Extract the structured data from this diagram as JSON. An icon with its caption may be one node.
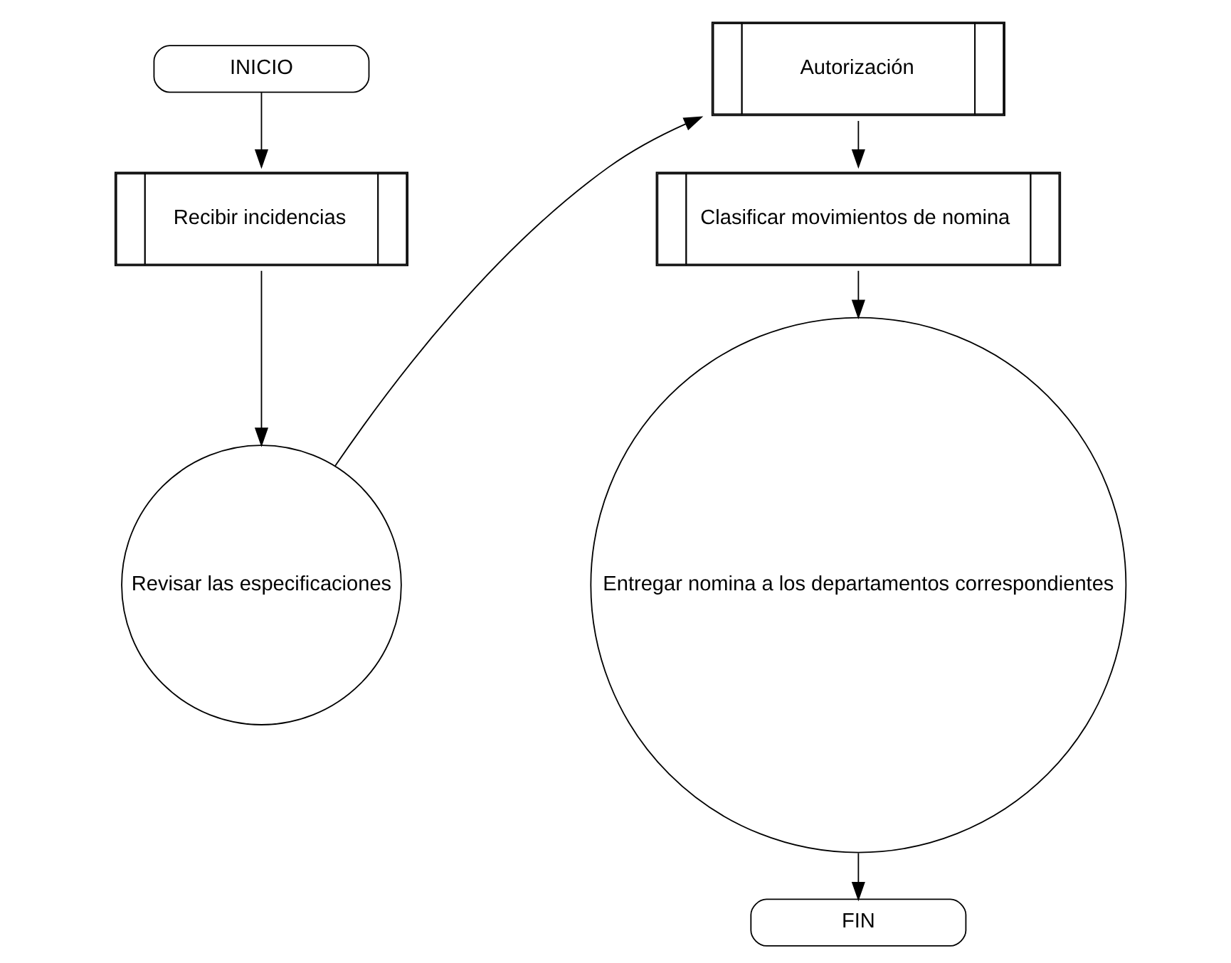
{
  "diagram": {
    "nodes": [
      {
        "text": [
          "INICIO"
        ]
      },
      {
        "text": [
          "Recibir incidencias"
        ]
      },
      {
        "text": [
          "Revisar las especificaciones"
        ]
      },
      {
        "text": [
          "Autorización"
        ]
      },
      {
        "text": [
          "Clasificar movimientos de nomina"
        ]
      },
      {
        "text": [
          "Entregar nomina a los departamentos correspondientes"
        ]
      },
      {
        "text": [
          "FIN"
        ]
      }
    ],
    "edges": [
      {
        "from": 0,
        "to": 1,
        "arrow": "to"
      },
      {
        "from": 1,
        "to": 2,
        "arrow": "to"
      },
      {
        "from": 2,
        "to": 3,
        "arrow": "to"
      },
      {
        "from": 3,
        "to": 4,
        "arrow": "to"
      },
      {
        "from": 4,
        "to": 5,
        "arrow": "to"
      },
      {
        "from": 5,
        "to": 6,
        "arrow": "to"
      }
    ]
  }
}
